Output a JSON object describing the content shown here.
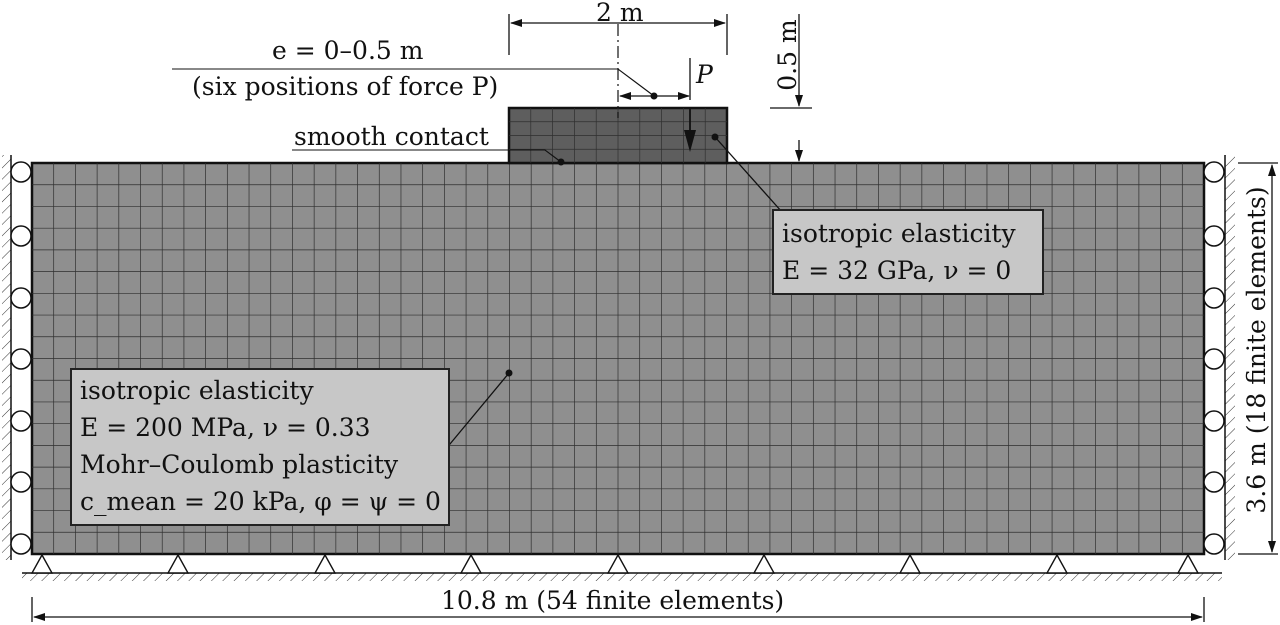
{
  "dimensions": {
    "footing_width": "2 m",
    "footing_height": "0.5 m",
    "domain_width": "10.8 m (54 finite elements)",
    "domain_height": "3.6 m (18 finite elements)"
  },
  "force": {
    "label": "P",
    "eccentricity_line1": "e = 0–0.5 m",
    "eccentricity_line2": "(six positions of force P)"
  },
  "contact_label": "smooth contact",
  "footing_material": {
    "line1": "isotropic elasticity",
    "line2": "E = 32 GPa, ν = 0"
  },
  "soil_material": {
    "line1": "isotropic elasticity",
    "line2": "E = 200 MPa, ν = 0.33",
    "line3": "Mohr–Coulomb plasticity",
    "line4": "c_mean = 20 kPa, φ = ψ = 0"
  },
  "mesh": {
    "columns": 54,
    "rows": 18
  },
  "colors": {
    "soil": "#8f8f8f",
    "footing": "#5e5e5e",
    "mesh_line": "#2f2f2f",
    "label_box": "#c7c7c7"
  }
}
